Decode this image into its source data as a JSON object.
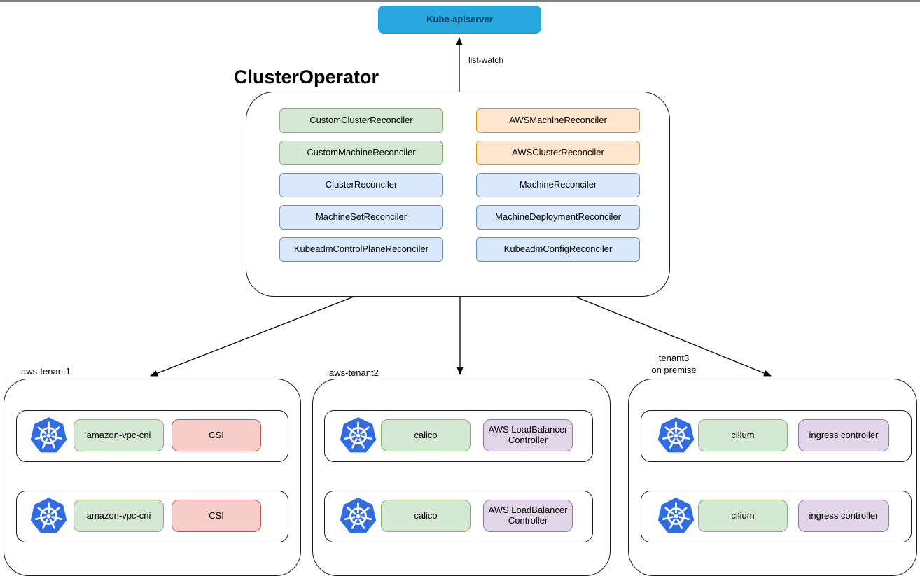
{
  "canvas": {
    "top_border_color": "#808080"
  },
  "apiserver": {
    "label": "Kube-apiserver",
    "fill": "#29A8E0",
    "border": "#1E96CF",
    "text_color": "#0E3A5A"
  },
  "connection": {
    "label": "list-watch"
  },
  "operator": {
    "title": "ClusterOperator",
    "reconcilers": {
      "left": [
        {
          "label": "CustomClusterReconciler",
          "color": "green"
        },
        {
          "label": "CustomMachineReconciler",
          "color": "green"
        },
        {
          "label": "ClusterReconciler",
          "color": "blue"
        },
        {
          "label": "MachineSetReconciler",
          "color": "blue"
        },
        {
          "label": "KubeadmControlPlaneReconciler",
          "color": "blue"
        }
      ],
      "right": [
        {
          "label": "AWSMachineReconciler",
          "color": "orange"
        },
        {
          "label": "AWSClusterReconciler",
          "color": "orange"
        },
        {
          "label": "MachineReconciler",
          "color": "blue"
        },
        {
          "label": "MachineDeploymentReconciler",
          "color": "blue"
        },
        {
          "label": "KubeadmConfigReconciler",
          "color": "blue"
        }
      ]
    }
  },
  "tenants": [
    {
      "name": "aws-tenant1",
      "clusters": [
        {
          "icon": "kubernetes",
          "cni": "amazon-vpc-cni",
          "addon": "CSI",
          "addon_color": "red"
        },
        {
          "icon": "kubernetes",
          "cni": "amazon-vpc-cni",
          "addon": "CSI",
          "addon_color": "red"
        }
      ]
    },
    {
      "name": "aws-tenant2",
      "clusters": [
        {
          "icon": "kubernetes",
          "cni": "calico",
          "addon": "AWS LoadBalancer Controller",
          "addon_color": "purple"
        },
        {
          "icon": "kubernetes",
          "cni": "calico",
          "addon": "AWS LoadBalancer Controller",
          "addon_color": "purple"
        }
      ]
    },
    {
      "name": "tenant3\non premise",
      "clusters": [
        {
          "icon": "kubernetes",
          "cni": "cilium",
          "addon": "ingress controller",
          "addon_color": "purple"
        },
        {
          "icon": "kubernetes",
          "cni": "cilium",
          "addon": "ingress controller",
          "addon_color": "purple"
        }
      ]
    }
  ],
  "palette": {
    "green_fill": "#d5e8d4",
    "green_border": "#82b366",
    "blue_fill": "#dae8fc",
    "blue_border": "#6c8ebf",
    "orange_fill": "#ffe6cc",
    "orange_border": "#d79b00",
    "red_fill": "#f8cecc",
    "red_border": "#b85450",
    "purple_fill": "#e1d5e7",
    "purple_border": "#9673a6",
    "kubernetes_blue": "#326CE5"
  }
}
